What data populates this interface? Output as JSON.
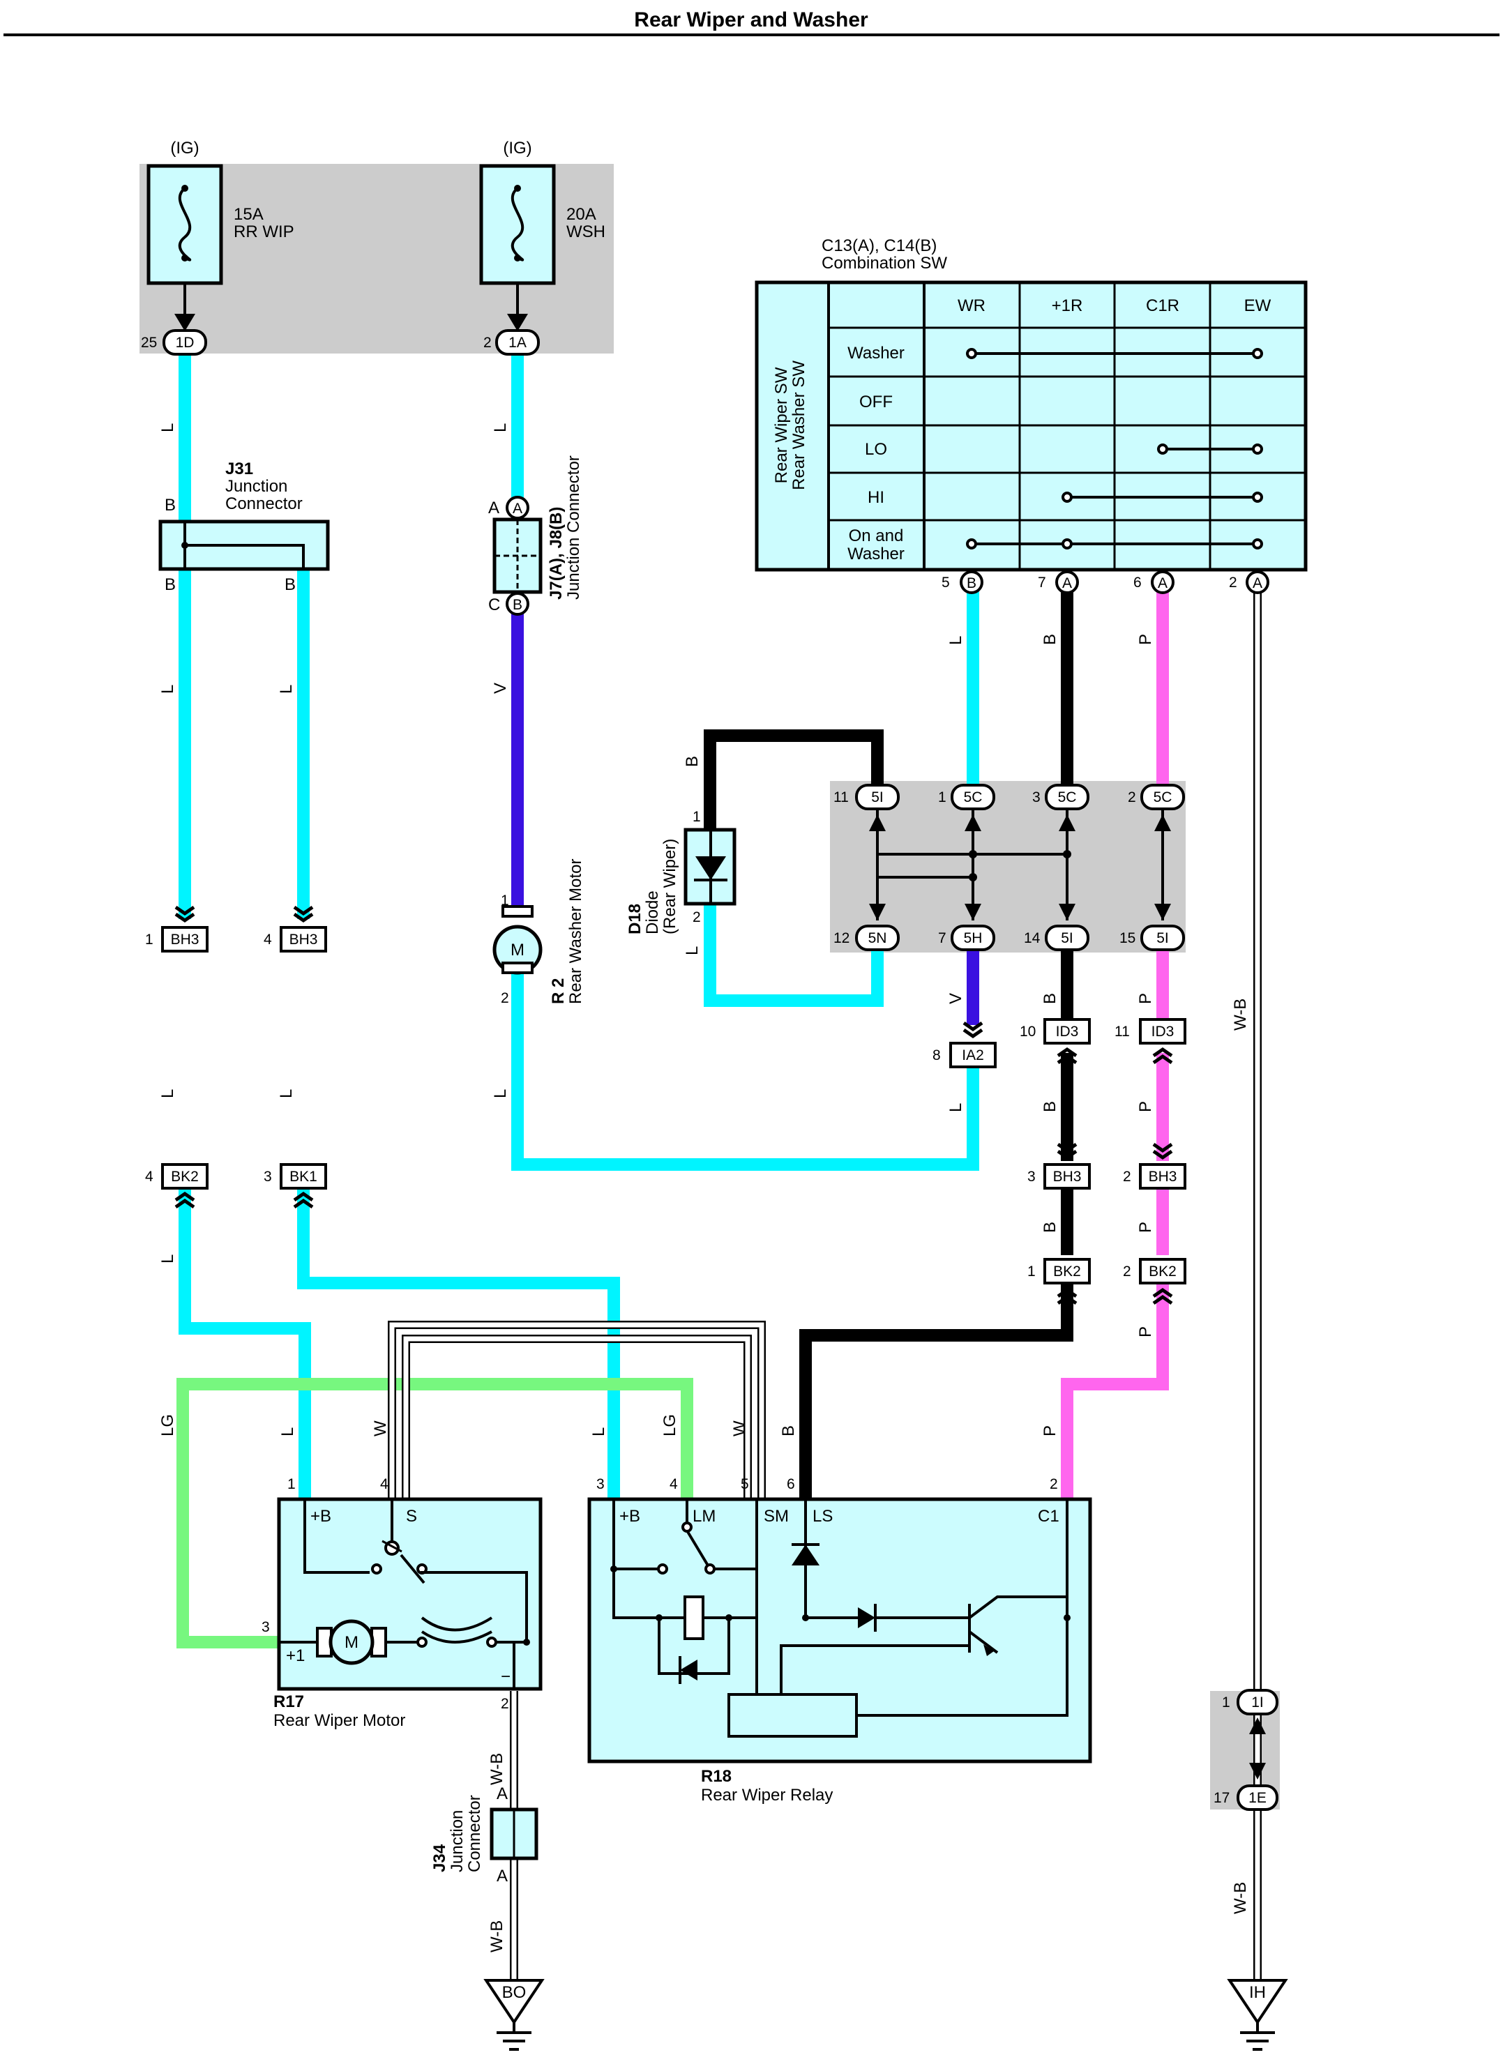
{
  "title": "Rear Wiper and Washer",
  "colors": {
    "L": "#00f4ff",
    "B": "#000000",
    "V": "#3a11e0",
    "P": "#ff66ee",
    "LG": "#77f77f",
    "W": "#ffffff",
    "WB": "#ffffff",
    "component_fill": "#ccfcfe",
    "shade": "#cccccc"
  },
  "fuses": {
    "rr_wip": {
      "ig": "(IG)",
      "rating": "15A",
      "name": "RR WIP",
      "pin": "25",
      "conn": "1D"
    },
    "wsh": {
      "ig": "(IG)",
      "rating": "20A",
      "name": "WSH",
      "pin": "2",
      "conn": "1A"
    }
  },
  "combination_sw": {
    "ref": "C13(A), C14(B)",
    "name": "Combination SW",
    "side_label_1": "Rear Wiper SW",
    "side_label_2": "Rear Washer SW",
    "columns": [
      "WR",
      "+1R",
      "C1R",
      "EW"
    ],
    "rows": [
      {
        "label": "Washer",
        "label2": ""
      },
      {
        "label": "OFF",
        "label2": ""
      },
      {
        "label": "LO",
        "label2": ""
      },
      {
        "label": "HI",
        "label2": ""
      },
      {
        "label": "On and",
        "label2": "Washer"
      }
    ],
    "pins": [
      {
        "num": "5",
        "conn": "B"
      },
      {
        "num": "7",
        "conn": "A"
      },
      {
        "num": "6",
        "conn": "A"
      },
      {
        "num": "2",
        "conn": "A"
      }
    ]
  },
  "j31": {
    "ref": "J31",
    "name1": "Junction",
    "name2": "Connector",
    "pin_top": "B",
    "pin_bl": "B",
    "pin_br": "B"
  },
  "j7j8": {
    "ref": "J7(A), J8(B)",
    "name": "Junction Connector",
    "pin_a_label": "A",
    "pin_a": "A",
    "pin_c_label": "C",
    "pin_c": "B"
  },
  "r2": {
    "ref": "R 2",
    "name": "Rear Washer Motor",
    "pin1": "1",
    "pin2": "2",
    "motor": "M"
  },
  "d18": {
    "ref": "D18",
    "name1": "Diode",
    "name2": "(Rear Wiper)",
    "pin1": "1",
    "pin2": "2"
  },
  "jb_pins": {
    "top": [
      {
        "num": "11",
        "conn": "5I"
      },
      {
        "num": "1",
        "conn": "5C"
      },
      {
        "num": "3",
        "conn": "5C"
      },
      {
        "num": "2",
        "conn": "5C"
      }
    ],
    "bottom": [
      {
        "num": "12",
        "conn": "5N"
      },
      {
        "num": "7",
        "conn": "5H"
      },
      {
        "num": "14",
        "conn": "5I"
      },
      {
        "num": "15",
        "conn": "5I"
      }
    ]
  },
  "connectors": {
    "bh3_1": {
      "num": "1",
      "conn": "BH3"
    },
    "bh3_4": {
      "num": "4",
      "conn": "BH3"
    },
    "bk2_4": {
      "num": "4",
      "conn": "BK2"
    },
    "bk1_3": {
      "num": "3",
      "conn": "BK1"
    },
    "ia2_8": {
      "num": "8",
      "conn": "IA2"
    },
    "id3_10": {
      "num": "10",
      "conn": "ID3"
    },
    "id3_11": {
      "num": "11",
      "conn": "ID3"
    },
    "bh3_3": {
      "num": "3",
      "conn": "BH3"
    },
    "bh3_2": {
      "num": "2",
      "conn": "BH3"
    },
    "bk2_1": {
      "num": "1",
      "conn": "BK2"
    },
    "bk2_2": {
      "num": "2",
      "conn": "BK2"
    },
    "i1_1": {
      "num": "1",
      "conn": "1I"
    },
    "e1_17": {
      "num": "17",
      "conn": "1E"
    }
  },
  "wire_labels": {
    "L": "L",
    "B": "B",
    "V": "V",
    "P": "P",
    "LG": "LG",
    "W": "W",
    "WB": "W-B"
  },
  "r17": {
    "ref": "R17",
    "name": "Rear Wiper Motor",
    "pin1": "1",
    "pin4": "4",
    "pin3": "3",
    "pin2": "2",
    "t_b": "+B",
    "t_s": "S",
    "t_1": "+1",
    "t_minus": "−",
    "motor": "M"
  },
  "r18": {
    "ref": "R18",
    "name": "Rear Wiper Relay",
    "pin3": "3",
    "pin4": "4",
    "pin5": "5",
    "pin6": "6",
    "pin2": "2",
    "t_b": "+B",
    "t_lm": "LM",
    "t_sm": "SM",
    "t_ls": "LS",
    "t_c1": "C1"
  },
  "j34": {
    "ref": "J34",
    "name1": "Junction",
    "name2": "Connector",
    "pin_top": "A",
    "pin_bot": "A"
  },
  "grounds": {
    "bo": "BO",
    "ih": "IH"
  }
}
